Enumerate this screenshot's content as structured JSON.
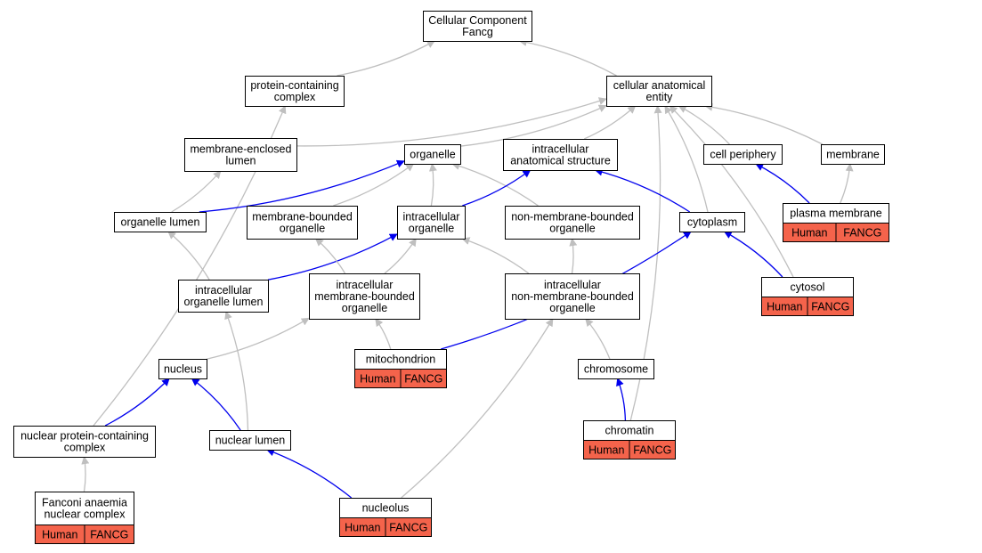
{
  "colors": {
    "is_a_edge": "#bfbfbf",
    "part_of_edge": "#0000ee",
    "annotation_bg": "#f4634b",
    "node_bg": "#ffffff",
    "node_border": "#000000"
  },
  "nodes": [
    {
      "id": "root",
      "lines": [
        "Cellular Component",
        "Fancg"
      ]
    },
    {
      "id": "pcc",
      "lines": [
        "protein-containing",
        "complex"
      ]
    },
    {
      "id": "cae",
      "lines": [
        "cellular anatomical",
        "entity"
      ]
    },
    {
      "id": "mel",
      "lines": [
        "membrane-enclosed",
        "lumen"
      ]
    },
    {
      "id": "organelle",
      "lines": [
        "organelle"
      ]
    },
    {
      "id": "ias",
      "lines": [
        "intracellular",
        "anatomical structure"
      ]
    },
    {
      "id": "cellper",
      "lines": [
        "cell periphery"
      ]
    },
    {
      "id": "membrane",
      "lines": [
        "membrane"
      ]
    },
    {
      "id": "orglumen",
      "lines": [
        "organelle lumen"
      ]
    },
    {
      "id": "mbo",
      "lines": [
        "membrane-bounded",
        "organelle"
      ]
    },
    {
      "id": "io",
      "lines": [
        "intracellular",
        "organelle"
      ]
    },
    {
      "id": "nmbo",
      "lines": [
        "non-membrane-bounded",
        "organelle"
      ]
    },
    {
      "id": "cytoplasm",
      "lines": [
        "cytoplasm"
      ]
    },
    {
      "id": "pm",
      "lines": [
        "plasma membrane"
      ],
      "tags": [
        "Human",
        "FANCG"
      ]
    },
    {
      "id": "iol",
      "lines": [
        "intracellular",
        "organelle lumen"
      ]
    },
    {
      "id": "imbo",
      "lines": [
        "intracellular",
        "membrane-bounded",
        "organelle"
      ]
    },
    {
      "id": "inmbo",
      "lines": [
        "intracellular",
        "non-membrane-bounded",
        "organelle"
      ]
    },
    {
      "id": "cytosol",
      "lines": [
        "cytosol"
      ],
      "tags": [
        "Human",
        "FANCG"
      ]
    },
    {
      "id": "mito",
      "lines": [
        "mitochondrion"
      ],
      "tags": [
        "Human",
        "FANCG"
      ]
    },
    {
      "id": "nucleus",
      "lines": [
        "nucleus"
      ]
    },
    {
      "id": "chromosome",
      "lines": [
        "chromosome"
      ]
    },
    {
      "id": "npcc",
      "lines": [
        "nuclear protein-containing",
        "complex"
      ]
    },
    {
      "id": "nl",
      "lines": [
        "nuclear lumen"
      ]
    },
    {
      "id": "chromatin",
      "lines": [
        "chromatin"
      ],
      "tags": [
        "Human",
        "FANCG"
      ]
    },
    {
      "id": "fanc",
      "lines": [
        "Fanconi anaemia",
        "nuclear complex"
      ],
      "tags": [
        "Human",
        "FANCG"
      ]
    },
    {
      "id": "nucleolus",
      "lines": [
        "nucleolus"
      ],
      "tags": [
        "Human",
        "FANCG"
      ]
    }
  ],
  "edges": [
    {
      "from": "pcc",
      "to": "root",
      "type": "is_a"
    },
    {
      "from": "cae",
      "to": "root",
      "type": "is_a"
    },
    {
      "from": "mel",
      "to": "cae",
      "type": "is_a"
    },
    {
      "from": "organelle",
      "to": "cae",
      "type": "is_a"
    },
    {
      "from": "ias",
      "to": "cae",
      "type": "is_a"
    },
    {
      "from": "cellper",
      "to": "cae",
      "type": "is_a"
    },
    {
      "from": "membrane",
      "to": "cae",
      "type": "is_a"
    },
    {
      "from": "cytoplasm",
      "to": "cae",
      "type": "is_a"
    },
    {
      "from": "cytosol",
      "to": "cae",
      "type": "is_a"
    },
    {
      "from": "chromatin",
      "to": "cae",
      "type": "is_a"
    },
    {
      "from": "npcc",
      "to": "pcc",
      "type": "is_a"
    },
    {
      "from": "orglumen",
      "to": "mel",
      "type": "is_a"
    },
    {
      "from": "orglumen",
      "to": "organelle",
      "type": "part_of"
    },
    {
      "from": "mbo",
      "to": "organelle",
      "type": "is_a"
    },
    {
      "from": "io",
      "to": "organelle",
      "type": "is_a"
    },
    {
      "from": "nmbo",
      "to": "organelle",
      "type": "is_a"
    },
    {
      "from": "io",
      "to": "ias",
      "type": "part_of"
    },
    {
      "from": "cytoplasm",
      "to": "ias",
      "type": "part_of"
    },
    {
      "from": "pm",
      "to": "cellper",
      "type": "part_of"
    },
    {
      "from": "pm",
      "to": "membrane",
      "type": "is_a"
    },
    {
      "from": "iol",
      "to": "orglumen",
      "type": "is_a"
    },
    {
      "from": "iol",
      "to": "io",
      "type": "part_of"
    },
    {
      "from": "imbo",
      "to": "mbo",
      "type": "is_a"
    },
    {
      "from": "imbo",
      "to": "io",
      "type": "is_a"
    },
    {
      "from": "inmbo",
      "to": "io",
      "type": "is_a"
    },
    {
      "from": "inmbo",
      "to": "nmbo",
      "type": "is_a"
    },
    {
      "from": "cytosol",
      "to": "cytoplasm",
      "type": "part_of"
    },
    {
      "from": "mito",
      "to": "imbo",
      "type": "is_a"
    },
    {
      "from": "mito",
      "to": "cytoplasm",
      "type": "part_of"
    },
    {
      "from": "nucleus",
      "to": "imbo",
      "type": "is_a"
    },
    {
      "from": "nl",
      "to": "iol",
      "type": "is_a"
    },
    {
      "from": "chromosome",
      "to": "inmbo",
      "type": "is_a"
    },
    {
      "from": "nucleolus",
      "to": "inmbo",
      "type": "is_a"
    },
    {
      "from": "npcc",
      "to": "nucleus",
      "type": "part_of"
    },
    {
      "from": "nl",
      "to": "nucleus",
      "type": "part_of"
    },
    {
      "from": "chromatin",
      "to": "chromosome",
      "type": "part_of"
    },
    {
      "from": "fanc",
      "to": "npcc",
      "type": "is_a"
    },
    {
      "from": "nucleolus",
      "to": "nl",
      "type": "part_of"
    }
  ]
}
